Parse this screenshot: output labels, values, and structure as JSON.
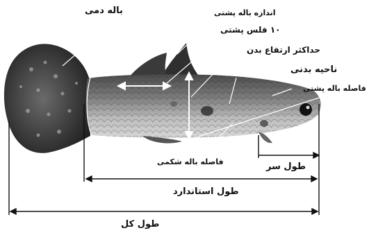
{
  "diagram": {
    "labels": {
      "caudal_fin": "باله دمی",
      "dorsal_fin_size": "اندازه باله پشتی",
      "dorsal_scales": "۱۰ فلس پشتی",
      "max_body_height": "حداکثر ارتفاع بدن",
      "body_region": "ناحیه بدنی",
      "dorsal_fin_distance": "فاصله باله پشتی",
      "ventral_fin_distance": "فاصله باله شکمی",
      "head_length": "طول سر",
      "standard_length": "طول استاندارد",
      "total_length": "طول کل"
    }
  }
}
